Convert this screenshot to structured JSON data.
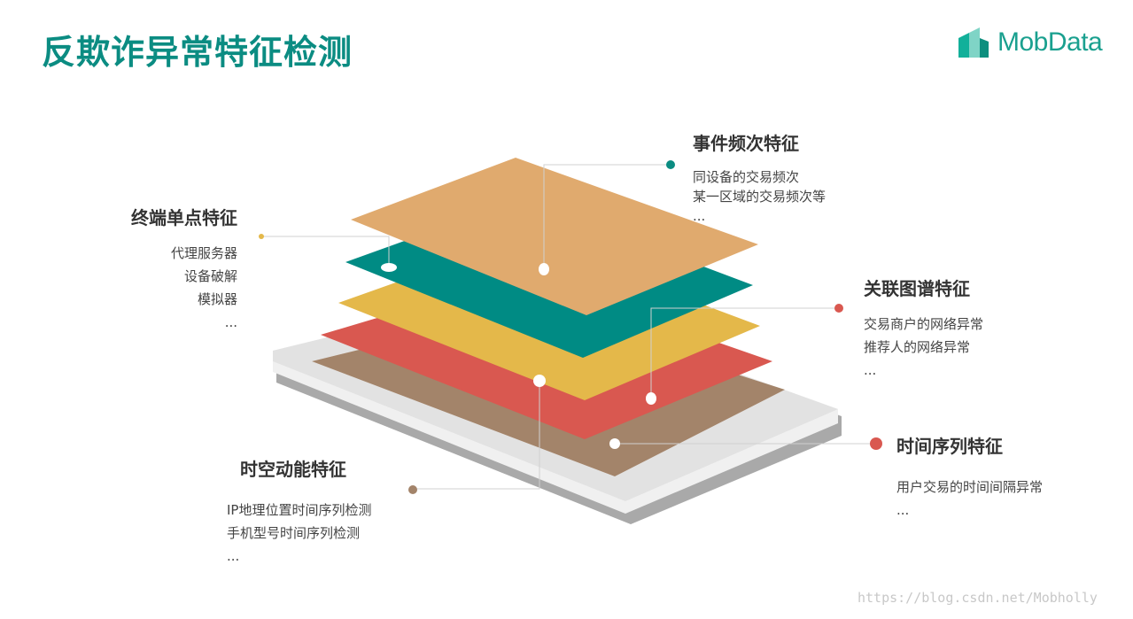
{
  "title": "反欺诈异常特征检测",
  "logo": {
    "text": "MobData",
    "colors": [
      "#12b09a",
      "#0d8f7e",
      "#7fd4c6"
    ]
  },
  "colors": {
    "brand": "#0b8c82",
    "layer_top": "#e0aa6e",
    "layer_teal": "#008b84",
    "layer_yellow": "#e4b84a",
    "layer_red": "#d95850",
    "layer_brown": "#a3846a",
    "device": "#e5e5e5"
  },
  "features": {
    "event_freq": {
      "title": "事件频次特征",
      "items": [
        "同设备的交易频次",
        "某一区域的交易频次等",
        "..."
      ],
      "dot_color": "#0b8c82"
    },
    "terminal": {
      "title": "终端单点特征",
      "items": [
        "代理服务器",
        "设备破解",
        "模拟器",
        "..."
      ],
      "dot_color": "#e4b84a"
    },
    "graph": {
      "title": "关联图谱特征",
      "items": [
        "交易商户的网络异常",
        "推荐人的网络异常",
        "..."
      ],
      "dot_color": "#d95850"
    },
    "time_series": {
      "title": "时间序列特征",
      "items": [
        "用户交易的时间间隔异常",
        "..."
      ],
      "dot_color": "#d95850"
    },
    "spatiotemporal": {
      "title": "时空动能特征",
      "items": [
        "IP地理位置时间序列检测",
        "手机型号时间序列检测",
        "..."
      ],
      "dot_color": "#a3846a"
    }
  },
  "watermark": "https://blog.csdn.net/Mobholly"
}
